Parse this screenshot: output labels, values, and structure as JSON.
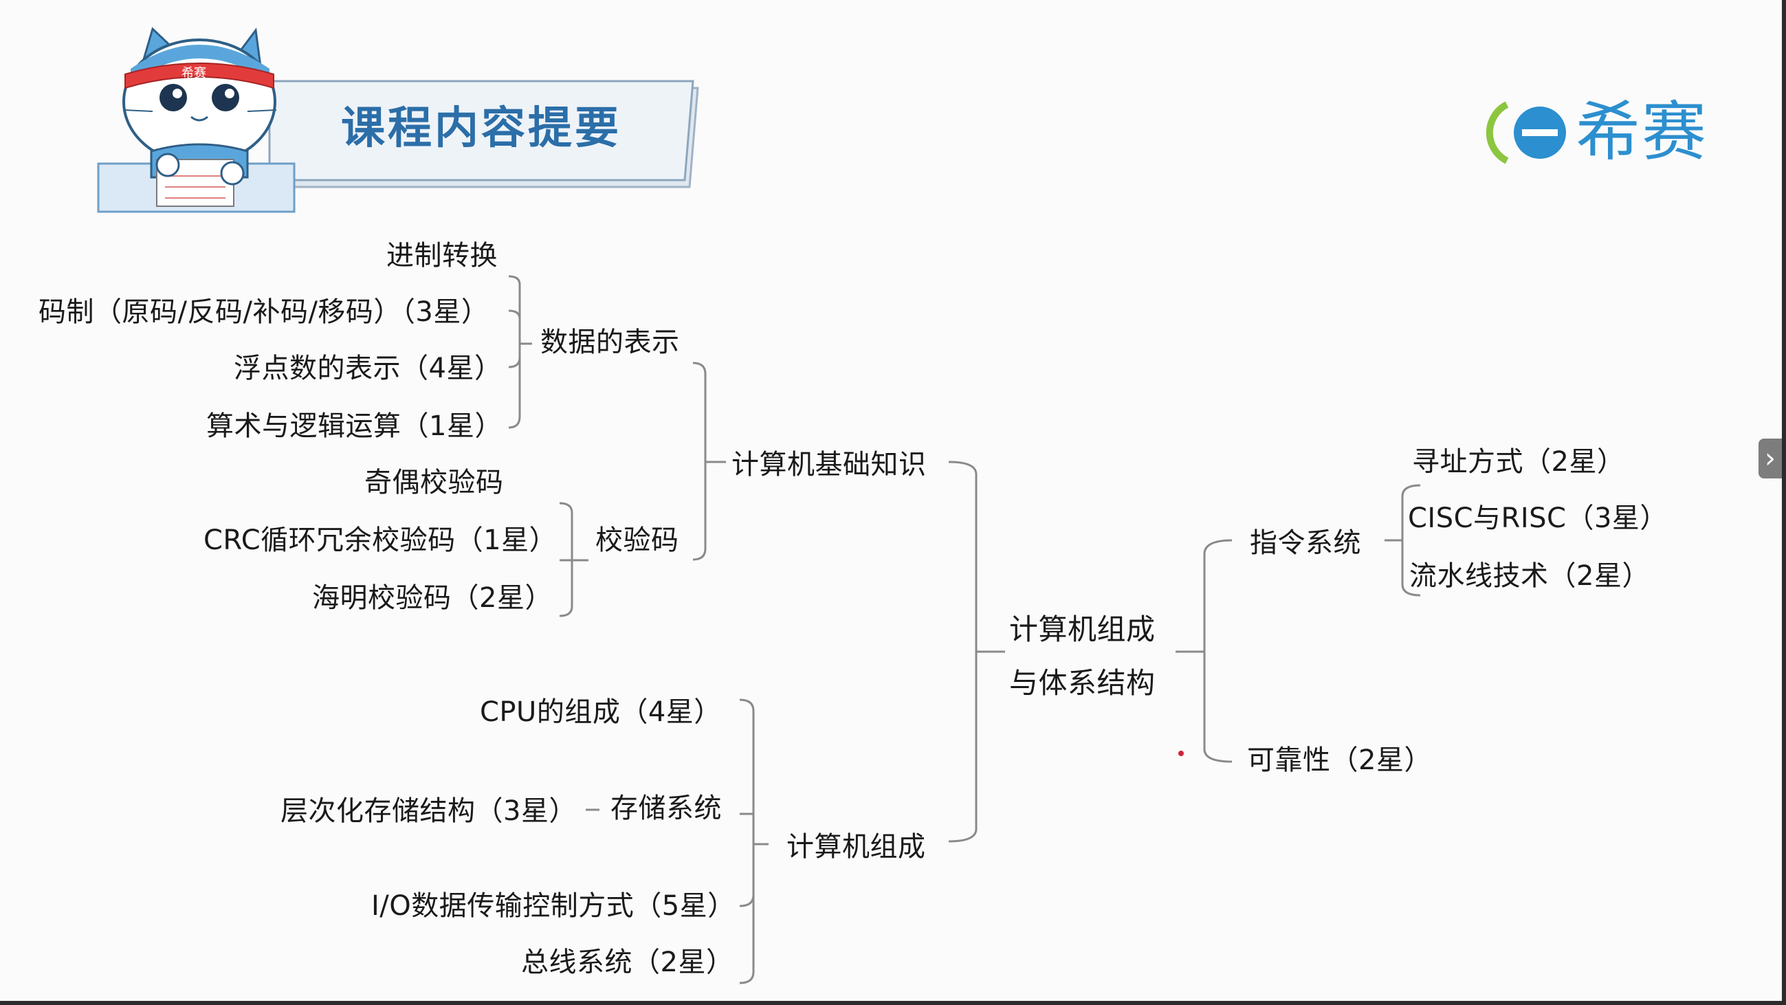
{
  "header": {
    "title": "课程内容提要",
    "brand_name": "希赛",
    "mascot_headband_text": "希赛"
  },
  "mindmap": {
    "root": {
      "line1": "计算机组成",
      "line2": "与体系结构"
    },
    "basics": {
      "label": "计算机基础知识",
      "data_representation": {
        "label": "数据的表示",
        "items": [
          "进制转换",
          "码制（原码/反码/补码/移码）（3星）",
          "浮点数的表示（4星）",
          "算术与逻辑运算（1星）"
        ]
      },
      "check_codes": {
        "label": "校验码",
        "items": [
          "奇偶校验码",
          "CRC循环冗余校验码（1星）",
          "海明校验码（2星）"
        ]
      }
    },
    "composition": {
      "label": "计算机组成",
      "cpu": "CPU的组成（4星）",
      "storage": {
        "label": "存储系统",
        "item": "层次化存储结构（3星）"
      },
      "io": "I/O数据传输控制方式（5星）",
      "bus": "总线系统（2星）"
    },
    "instruction_system": {
      "label": "指令系统",
      "items": [
        "寻址方式（2星）",
        "CISC与RISC（3星）",
        "流水线技术（2星）"
      ]
    },
    "reliability": "可靠性（2星）"
  },
  "colors": {
    "title_blue": "#2b6ea8",
    "brand_blue": "#2c8fcf",
    "brand_green": "#8cc63f",
    "connector_gray": "#8a8a8a"
  },
  "icons": {
    "next_slide": "chevron-right-icon"
  }
}
